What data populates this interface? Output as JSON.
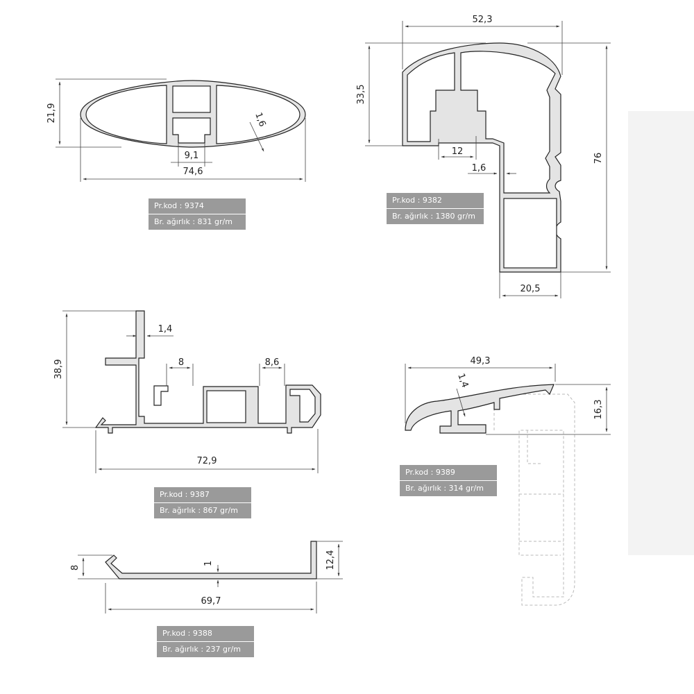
{
  "profiles": [
    {
      "id": "9374",
      "code_label": "Pr.kod : 9374",
      "weight_label": "Br. ağırlık : 831 gr/m",
      "dims": {
        "width": "74,6",
        "height": "21,9",
        "gap": "9,1",
        "wall": "1,6"
      }
    },
    {
      "id": "9382",
      "code_label": "Pr.kod : 9382",
      "weight_label": "Br. ağırlık : 1380 gr/m",
      "dims": {
        "top": "52,3",
        "side_height": "33,5",
        "total_height": "76",
        "inner": "12",
        "wall": "1,6",
        "bottom": "20,5"
      }
    },
    {
      "id": "9387",
      "code_label": "Pr.kod : 9387",
      "weight_label": "Br. ağırlık : 867 gr/m",
      "dims": {
        "height": "38,9",
        "wall": "1,4",
        "slot1": "8",
        "slot2": "8,6",
        "width": "72,9"
      }
    },
    {
      "id": "9389",
      "code_label": "Pr.kod : 9389",
      "weight_label": "Br. ağırlık : 314 gr/m",
      "dims": {
        "width": "49,3",
        "wall": "1,4",
        "height": "16,3"
      }
    },
    {
      "id": "9388",
      "code_label": "Pr.kod : 9388",
      "weight_label": "Br. ağırlık : 237 gr/m",
      "dims": {
        "left": "8",
        "wall": "1",
        "right": "12,4",
        "width": "69,7"
      }
    }
  ]
}
